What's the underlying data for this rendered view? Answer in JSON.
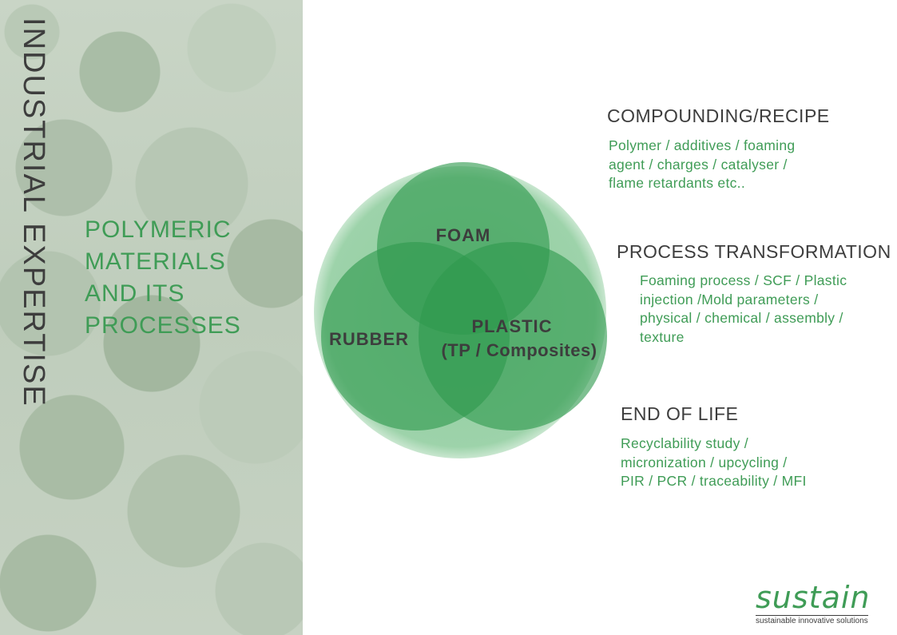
{
  "sidebar": {
    "vertical_title": "INDUSTRIAL EXPERTISE",
    "subtitle_lines": [
      "POLYMERIC",
      "MATERIALS",
      "AND ITS",
      "PROCESSES"
    ]
  },
  "venn": {
    "labels": {
      "foam": "FOAM",
      "rubber": "RUBBER",
      "plastic_line1": "PLASTIC",
      "plastic_line2": "(TP / Composites)"
    }
  },
  "sections": {
    "compounding": {
      "heading": "COMPOUNDING/RECIPE",
      "lines": [
        "Polymer / additives / foaming",
        "agent / charges / catalyser /",
        "flame retardants etc.."
      ]
    },
    "process": {
      "heading": "PROCESS TRANSFORMATION",
      "lines": [
        "Foaming process / SCF /  Plastic",
        "injection /Mold parameters /",
        "physical / chemical / assembly /",
        "texture"
      ]
    },
    "end_of_life": {
      "heading": "END OF LIFE",
      "lines": [
        "Recyclability study /",
        "micronization / upcycling /",
        "PIR / PCR / traceability / MFI"
      ]
    }
  },
  "logo": {
    "wordmark": "sustain",
    "tagline": "sustainable innovative solutions"
  },
  "colors": {
    "brand_green": "#3f9c56",
    "dark_text": "#3d3d3d"
  }
}
